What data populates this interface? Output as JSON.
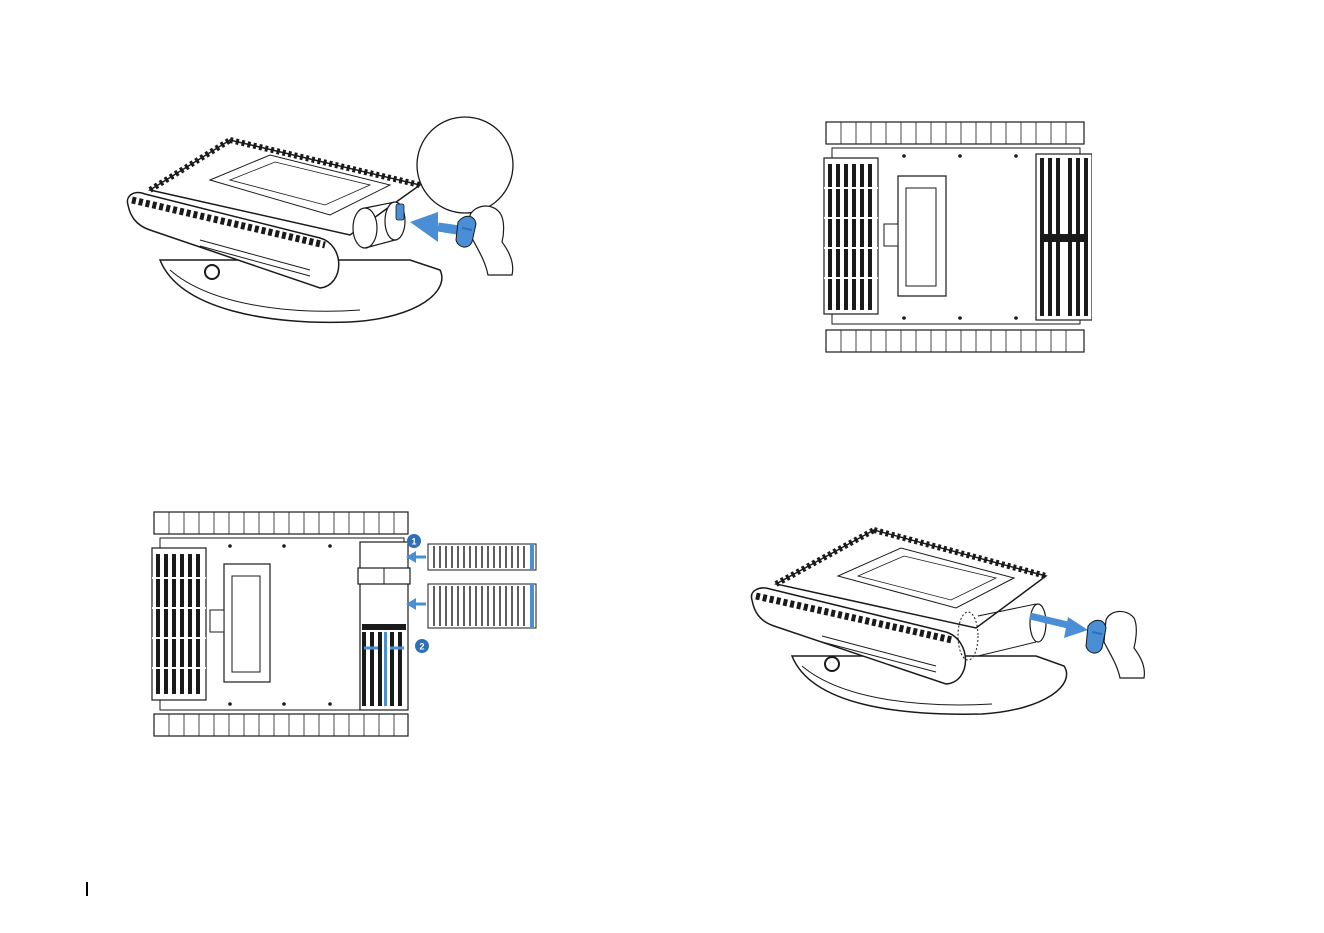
{
  "colors": {
    "accent": "#4a8fd6",
    "accent_dark": "#2f6fb7",
    "line": "#1a1a1a",
    "track_fill": "#ffffff"
  },
  "figures": {
    "top_left": {
      "subject": "robot-isometric-insert-clip"
    },
    "top_right": {
      "subject": "robot-underside-assembled"
    },
    "bottom_left": {
      "subject": "robot-underside-brush-install",
      "step_1": "1",
      "step_2": "2"
    },
    "bottom_right": {
      "subject": "robot-isometric-remove-clip"
    }
  }
}
